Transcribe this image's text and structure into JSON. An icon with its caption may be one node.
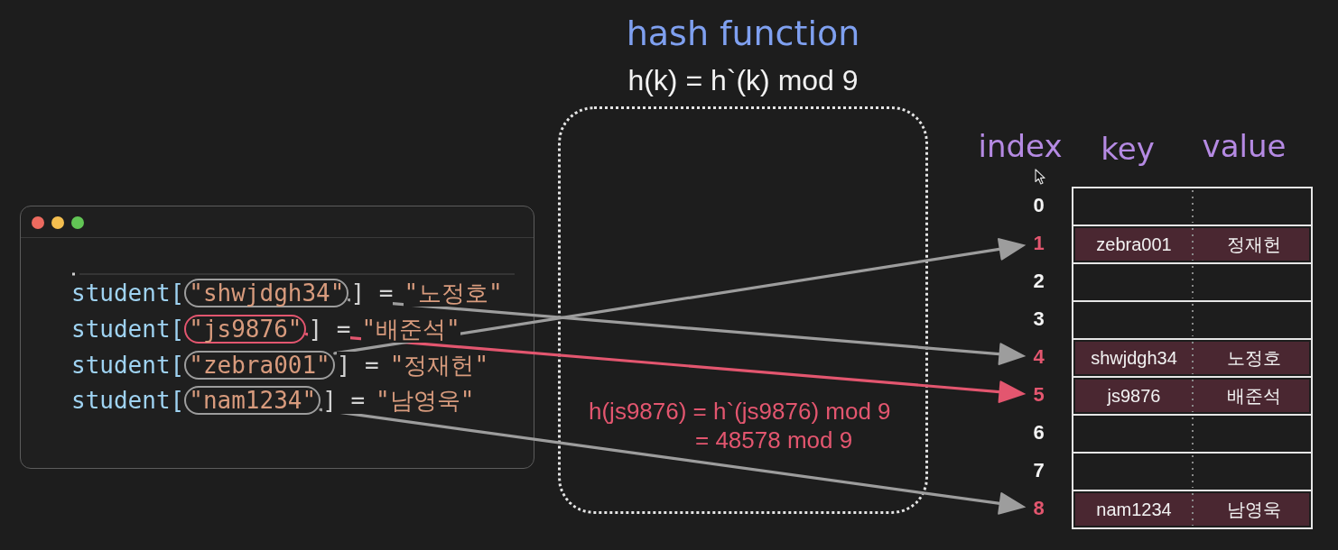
{
  "diagram": {
    "title": "hash function",
    "nodes": [
      {
        "text": [],
        "shape": "box"
      },
      {
        "text": [
          "\"shwjdgh34\""
        ],
        "in": 0
      },
      {
        "text": [
          "\"js9876\""
        ],
        "in": 0
      },
      {
        "text": [
          "\"zebra001\""
        ],
        "in": 0
      },
      {
        "text": [
          "\"nam1234\""
        ],
        "in": 0
      },
      {
        "text": [
          "0"
        ]
      },
      {
        "text": [],
        "shape": "box"
      },
      {
        "text": [
          "1"
        ]
      },
      {
        "text": [
          "zebra001",
          "정재헌"
        ]
      },
      {
        "text": [
          "2"
        ]
      },
      {
        "text": [],
        "shape": "box"
      },
      {
        "text": [
          "3"
        ]
      },
      {
        "text": [],
        "shape": "box"
      },
      {
        "text": [
          "4"
        ]
      },
      {
        "text": [
          "shwjdgh34",
          "노정호"
        ]
      },
      {
        "text": [
          "5"
        ]
      },
      {
        "text": [
          "js9876",
          "배준석"
        ]
      },
      {
        "text": [
          "6"
        ]
      },
      {
        "text": [],
        "shape": "box"
      },
      {
        "text": [
          "7"
        ]
      },
      {
        "text": [],
        "shape": "box"
      },
      {
        "text": [
          "8"
        ]
      },
      {
        "text": [
          "nam1234",
          "남영욱"
        ]
      }
    ],
    "edges": [
      {
        "from": 1,
        "to": 13,
        "arrow": "to"
      },
      {
        "from": 2,
        "to": 15,
        "arrow": "to",
        "color": "#e3566f"
      },
      {
        "from": 3,
        "to": 7,
        "arrow": "to"
      },
      {
        "from": 4,
        "to": 21,
        "arrow": "to"
      }
    ],
    "labels": [
      "h(k) = h`(k) mod 9",
      "index",
      "key",
      "value",
      "student[",
      "] =",
      "\"노정호\"",
      "student[",
      "] =",
      "\"배준석\"",
      "student[",
      "] =",
      "\"정재헌\"",
      "student[",
      "] =",
      "\"남영욱\"",
      "h(js9876) = h`(js9876) mod 9 = 48578 mod 9"
    ]
  }
}
